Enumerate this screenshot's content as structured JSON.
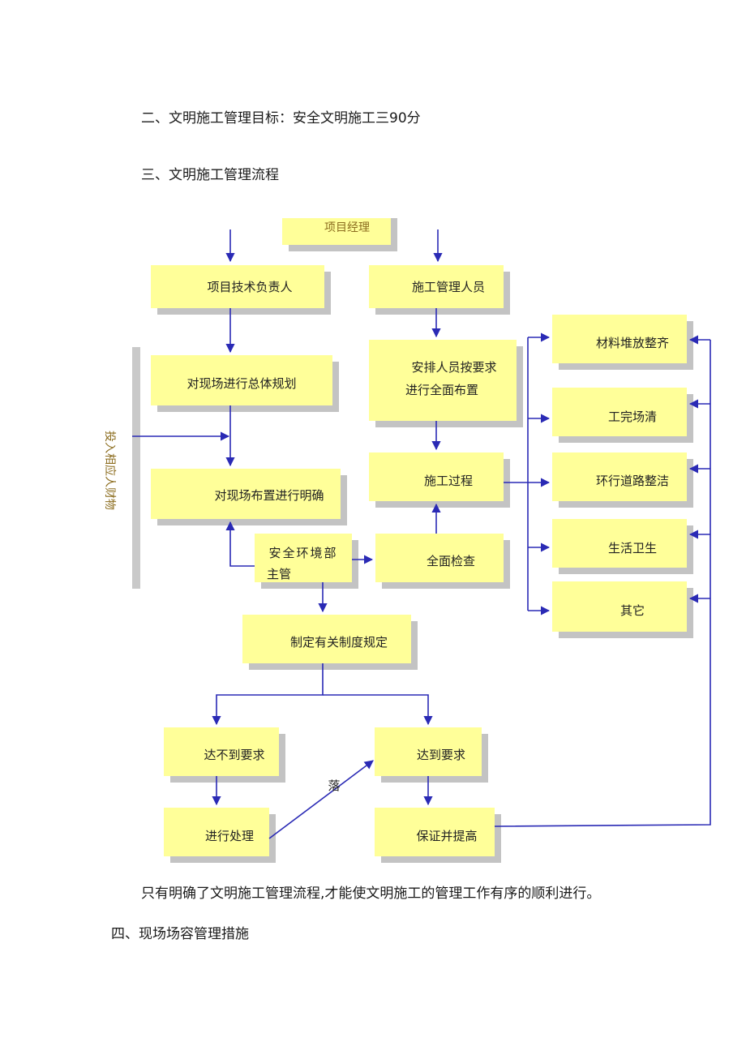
{
  "headings": {
    "goal": "二、文明施工管理目标：安全文明施工三90分",
    "flow": "三、文明施工管理流程",
    "measures": "四、现场场容管理措施"
  },
  "summary": "只有明确了文明施工管理流程,才能使文明施工的管理工作有序的顺利进行。",
  "flowchart": {
    "top_label": "项目经理",
    "side_label": "投入相应人财物",
    "edge_label": "落",
    "boxes": {
      "tech_lead": "项目技术负责人",
      "construction_mgmt": "施工管理人员",
      "overall_plan": "对现场进行总体规划",
      "arrange_staff_1": "安排人员按要求",
      "arrange_staff_2": "进行全面布置",
      "clarify_layout": "对现场布置进行明确",
      "construction_process": "施工过程",
      "safety_env_1": "安全环境部",
      "safety_env_2": "主管",
      "full_inspection": "全面检查",
      "set_rules": "制定有关制度规定",
      "not_met": "达不到要求",
      "met": "达到要求",
      "handle": "进行处理",
      "ensure_improve": "保证并提高",
      "material_stacking": "材料堆放整齐",
      "work_done_clear": "工完场清",
      "roads_clean": "环行道路整洁",
      "hygiene": "生活卫生",
      "other": "其它"
    }
  }
}
